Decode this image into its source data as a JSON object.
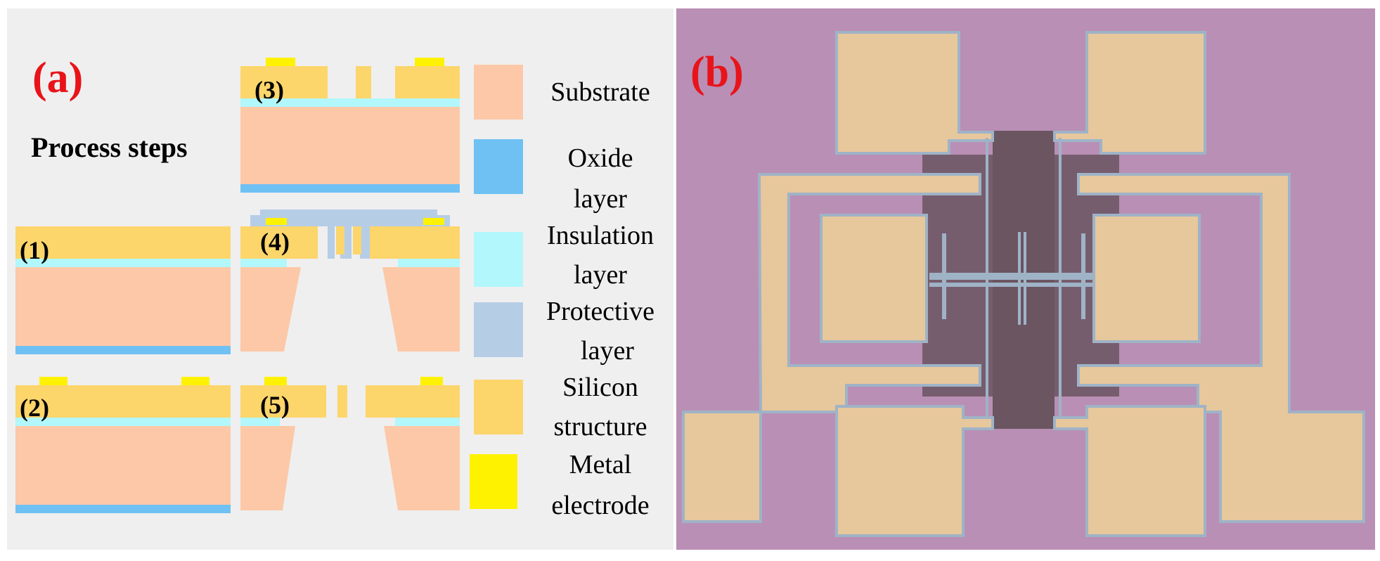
{
  "panel_a": {
    "label": "(a)",
    "heading": "Process steps",
    "steps": [
      "(1)",
      "(2)",
      "(3)",
      "(4)",
      "(5)"
    ],
    "legend": [
      {
        "lines": [
          "Substrate"
        ],
        "color": "#fcc8a7"
      },
      {
        "lines": [
          "Oxide",
          "layer"
        ],
        "color": "#6fc1f3"
      },
      {
        "lines": [
          "Insulation",
          "layer"
        ],
        "color": "#b2f7fb"
      },
      {
        "lines": [
          "Protective",
          "layer"
        ],
        "color": "#b6cde6"
      },
      {
        "lines": [
          "Silicon",
          "structure"
        ],
        "color": "#fcd56b"
      },
      {
        "lines": [
          "Metal",
          "electrode"
        ],
        "color": "#fff200"
      }
    ]
  },
  "panel_b": {
    "label": "(b)"
  },
  "colors": {
    "panel_bg": "#efefef",
    "substrate": "#fcc8a7",
    "oxide": "#6fc1f3",
    "insulation": "#b2f7fb",
    "protective": "#b6cde6",
    "silicon": "#fcd56b",
    "metal": "#fff200",
    "cavity": "#ffffff",
    "micrograph_bg": "#b98fb5",
    "pad": "#e7c79c",
    "pad_border": "#9fb3c7",
    "trench": "#6a5560"
  }
}
